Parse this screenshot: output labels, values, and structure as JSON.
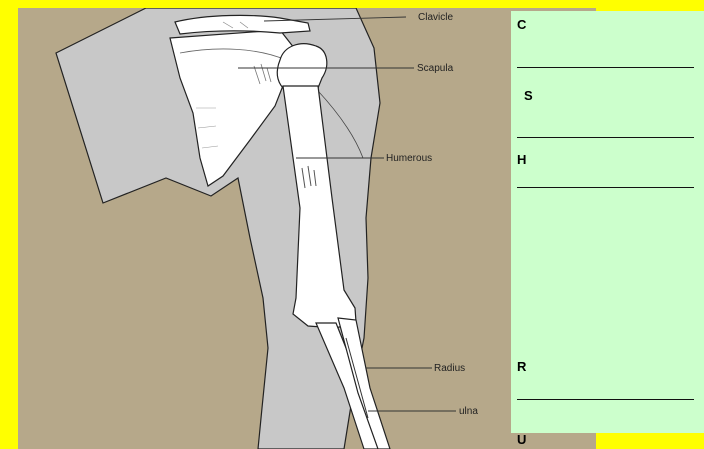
{
  "diagram": {
    "labels": {
      "clavicle": "Clavicle",
      "scapula": "Scapula",
      "humerus": "Humerous",
      "radius": "Radius",
      "ulna": "ulna"
    }
  },
  "worksheet": {
    "letters": [
      "C",
      "S",
      "H",
      "R",
      "U"
    ]
  },
  "colors": {
    "page_background": "#ffff00",
    "diagram_background": "#b6a88a",
    "arm_outline": "#c8c8c8",
    "bone": "#ffffff",
    "panel": "#ccffcc"
  }
}
